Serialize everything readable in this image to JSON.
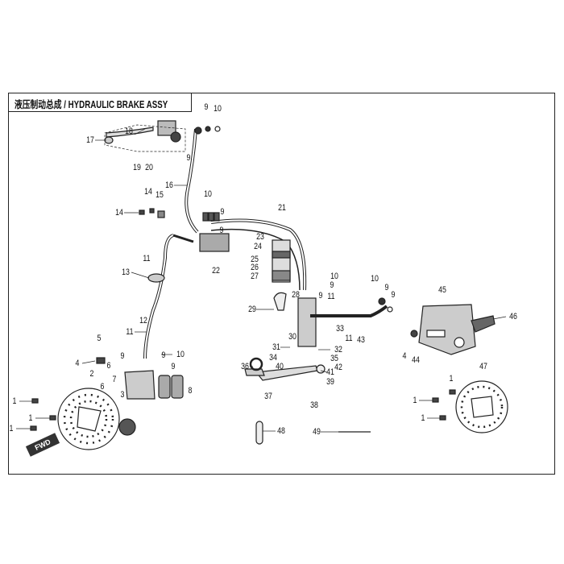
{
  "title": "液压制动总成 / HYDRAULIC BRAKE ASSY",
  "callouts": [
    "17",
    "18",
    "19",
    "20",
    "9",
    "10",
    "9",
    "16",
    "14",
    "15",
    "14",
    "10",
    "9",
    "9",
    "21",
    "23",
    "24",
    "25",
    "26",
    "27",
    "22",
    "11",
    "13",
    "12",
    "11",
    "5",
    "4",
    "9",
    "10",
    "9",
    "6",
    "2",
    "6",
    "7",
    "9",
    "3",
    "8",
    "1",
    "1",
    "1",
    "10",
    "9",
    "11",
    "9",
    "28",
    "29",
    "10",
    "9",
    "9",
    "33",
    "11",
    "43",
    "30",
    "31",
    "32",
    "34",
    "35",
    "36",
    "40",
    "42",
    "41",
    "39",
    "37",
    "38",
    "45",
    "46",
    "4",
    "44",
    "47",
    "1",
    "1",
    "1",
    "48",
    "49"
  ],
  "badge": "FWD"
}
